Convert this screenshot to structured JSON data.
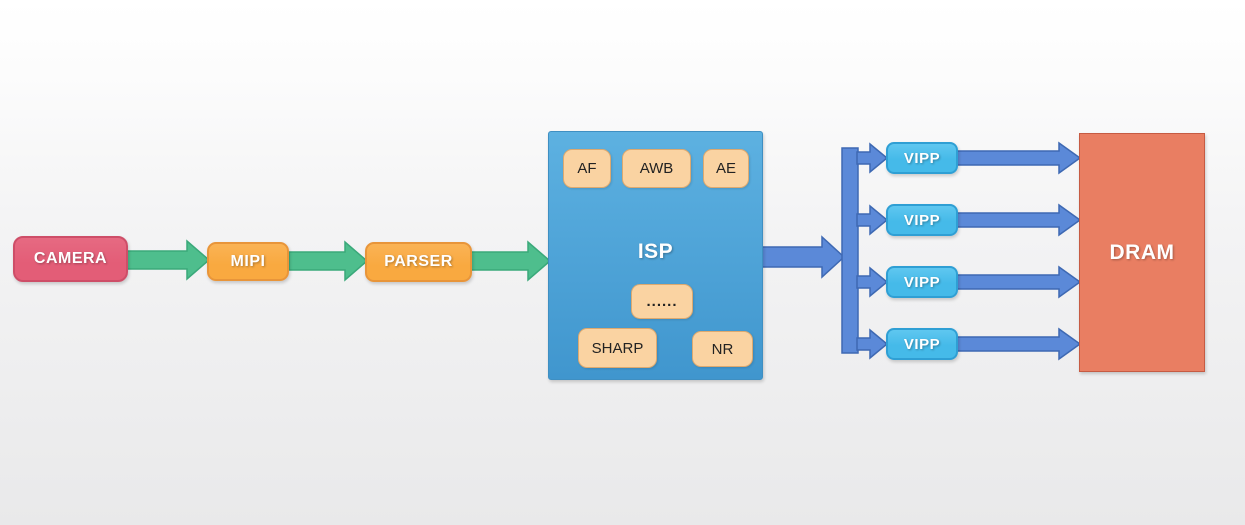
{
  "diagram": {
    "nodes": {
      "camera": {
        "label": "CAMERA"
      },
      "mipi": {
        "label": "MIPI"
      },
      "parser": {
        "label": "PARSER"
      },
      "isp": {
        "label": "ISP",
        "sub_blocks": {
          "af": "AF",
          "awb": "AWB",
          "ae": "AE",
          "dots": "......",
          "sharp": "SHARP",
          "nr": "NR"
        }
      },
      "vipp": {
        "labels": [
          "VIPP",
          "VIPP",
          "VIPP",
          "VIPP"
        ]
      },
      "dram": {
        "label": "DRAM"
      }
    },
    "colors": {
      "camera_fill": "#e35d77",
      "camera_border": "#ce4e68",
      "orange_fill": "#f9a940",
      "orange_border": "#e8953a",
      "green_arrow_fill": "#4ebe8d",
      "green_arrow_border": "#3aa97a",
      "isp_fill_top": "#5db1e1",
      "isp_fill_bottom": "#4096ce",
      "isp_border": "#3f8fc2",
      "chip_fill": "#fad3a2",
      "chip_border": "#dda96f",
      "blue_arrow_fill": "#5b89d8",
      "blue_arrow_border": "#3e69b3",
      "vipp_fill": "#45bae9",
      "vipp_border": "#2f9fd4",
      "dram_fill": "#e97e62",
      "dram_border": "#c65b43"
    }
  }
}
